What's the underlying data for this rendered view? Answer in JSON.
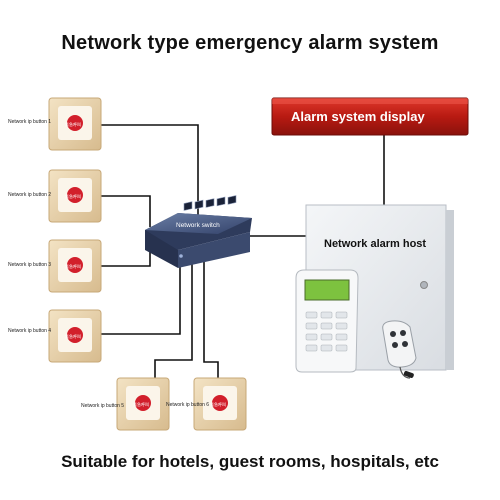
{
  "title": "Network type emergency alarm system",
  "footer": "Suitable for hotels, guest rooms, hospitals, etc",
  "switch_label": "Network switch",
  "host_label": "Network alarm host",
  "display_label": "Alarm system display",
  "buttons": [
    {
      "label": "Network ip button 1"
    },
    {
      "label": "Network ip button 2"
    },
    {
      "label": "Network ip button 3"
    },
    {
      "label": "Network ip button 4"
    },
    {
      "label": "Network ip button 5"
    },
    {
      "label": "Network ip button 6"
    }
  ],
  "colors": {
    "button_plate": "#e8d2ad",
    "button_face": "#fbf5ea",
    "button_red": "#d21f2b",
    "switch_body": "#3b4a6e",
    "host_body": "#e9ecef",
    "display_red": "#c41e14"
  }
}
